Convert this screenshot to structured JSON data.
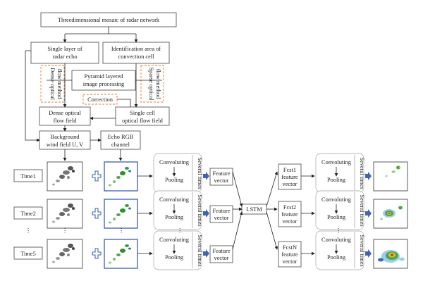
{
  "flow": {
    "mosaic": "Threedimensional mosaic of radar network",
    "single_layer": [
      "Single layer of",
      "radar echo"
    ],
    "identification": [
      "Identification area of",
      "convection cell"
    ],
    "dense_method": [
      "Dense optical",
      "flow method"
    ],
    "pyramid": [
      "Pyramid layered",
      "image processing"
    ],
    "sparse_method": [
      "Sparse optical",
      "flow method"
    ],
    "correction": "Correction",
    "dense_field": [
      "Dense optical",
      "flow field"
    ],
    "single_cell": [
      "Single cell",
      "optical flow field"
    ],
    "background": [
      "Background",
      "wind field U, V"
    ],
    "echo_rgb": [
      "Echo RGB",
      "channel"
    ]
  },
  "network": {
    "times": [
      "Time1",
      "Time2",
      "Time5"
    ],
    "convoluting": "Convoluting",
    "pooling": "Pooling",
    "several_times": "Several times",
    "feature_vector": [
      "Feature",
      "vector"
    ],
    "lstm": "LSTM",
    "forecasts": [
      [
        "Fcst1",
        "feature",
        "vector"
      ],
      [
        "Fcst2",
        "feature",
        "vector"
      ],
      [
        "FcstN",
        "feature",
        "vector"
      ]
    ],
    "ellipsis": "⋮",
    "plus": "+"
  },
  "colors": {
    "dashed_box": "#e8762d",
    "arrow_blue": "#3f63b5",
    "plus_blue": "#3f63b5",
    "echo_green": "#3a9a3a"
  }
}
